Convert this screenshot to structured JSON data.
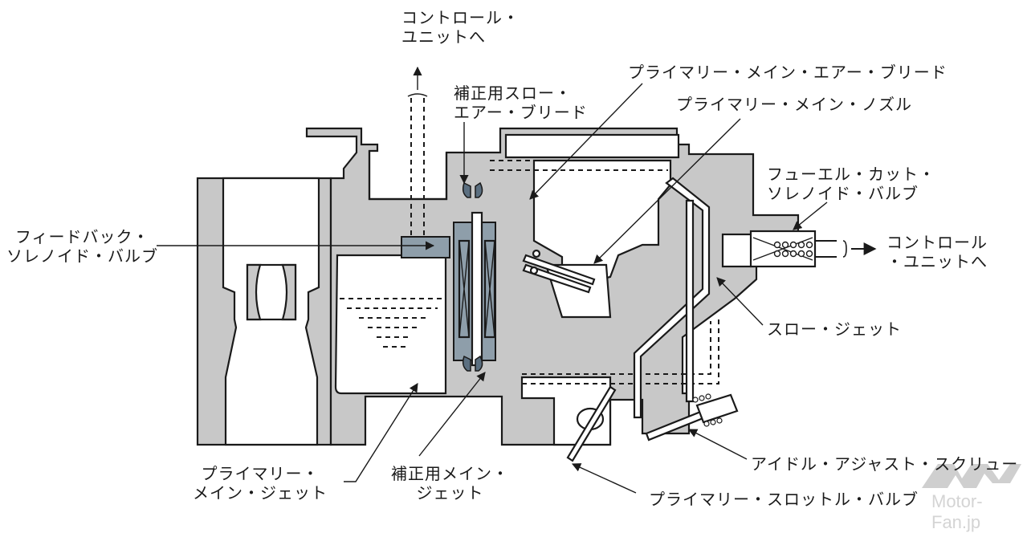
{
  "title": "Carburetor feedback system cross-section",
  "labels": {
    "control_unit_top": [
      "コントロール・",
      "ユニットへ"
    ],
    "correction_slow_air_bleed": [
      "補正用スロー・",
      "エアー・ブリード"
    ],
    "primary_main_air_bleed": "プライマリー・メイン・エアー・ブリード",
    "primary_main_nozzle": "プライマリー・メイン・ノズル",
    "fuel_cut_solenoid_valve": [
      "フューエル・カット・",
      "ソレノイド・バルブ"
    ],
    "feedback_solenoid_valve": [
      "フィードバック・",
      "ソレノイド・バルブ"
    ],
    "control_unit_right": [
      "コントロール",
      "・ユニットへ"
    ],
    "slow_jet": "スロー・ジェット",
    "primary_main_jet": [
      "プライマリー・",
      "メイン・ジェット"
    ],
    "correction_main_jet": [
      "補正用メイン・",
      "ジェット"
    ],
    "idle_adjust_screw": "アイドル・アジャスト・スクリュー",
    "primary_throttle_valve": "プライマリー・スロットル・バルブ"
  },
  "watermark": {
    "text": "Motor-Fan.jp"
  },
  "colors": {
    "body": "#c8c8c8",
    "solenoid": "#8e9eaa",
    "ink": "#1a1a1a"
  }
}
